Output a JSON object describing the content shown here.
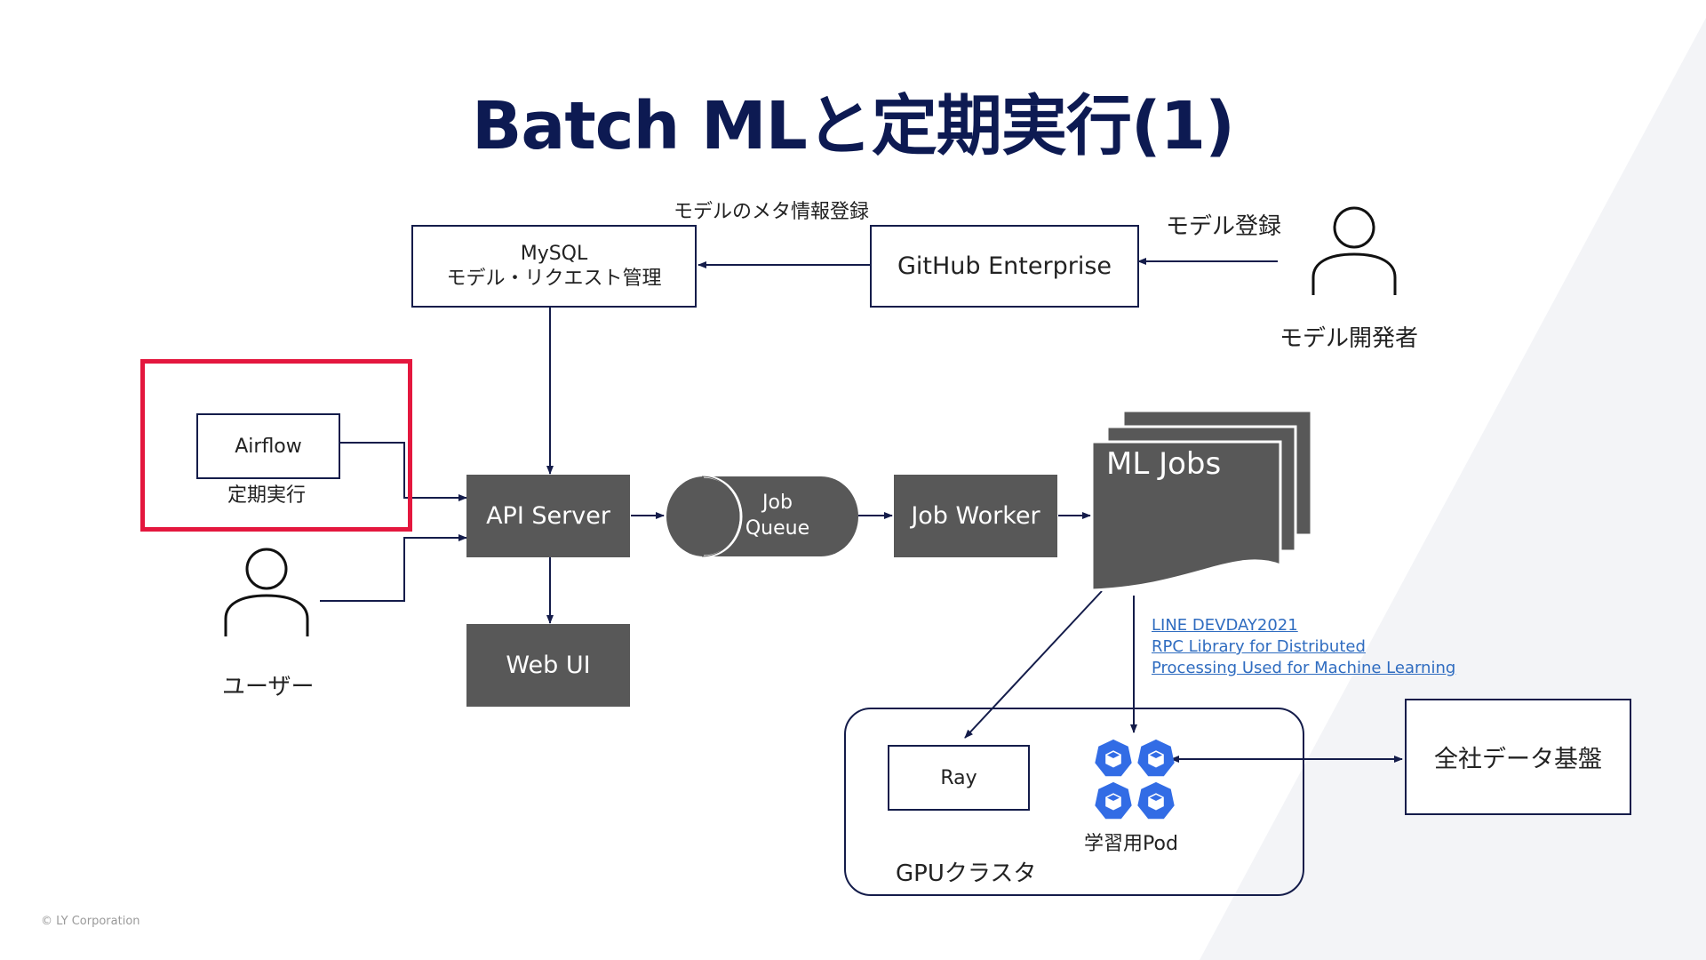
{
  "title": "Batch MLと定期実行(1)",
  "nodes": {
    "mysql": {
      "line1": "MySQL",
      "line2": "モデル・リクエスト管理"
    },
    "github": "GitHub Enterprise",
    "airflow": "Airflow",
    "api_server": "API Server",
    "web_ui": "Web UI",
    "job_queue": {
      "line1": "Job",
      "line2": "Queue"
    },
    "job_worker": "Job Worker",
    "ml_jobs": "ML Jobs",
    "ray": "Ray",
    "data_platform": "全社データ基盤",
    "gpu_cluster": "GPUクラスタ",
    "training_pod": "学習用Pod"
  },
  "labels": {
    "model_meta_register": "モデルのメタ情報登録",
    "model_register": "モデル登録",
    "model_developer": "モデル開発者",
    "scheduled_run": "定期実行",
    "user": "ユーザー"
  },
  "links": [
    "LINE DEVDAY2021",
    "RPC Library for Distributed",
    "Processing Used for Machine Learning"
  ],
  "footer": "© LY Corporation",
  "icons": {
    "person": "person-icon",
    "pod": "kubernetes-pod-icon"
  },
  "colors": {
    "title": "#0d1a52",
    "dark_box": "#585858",
    "highlight": "#e4173e",
    "pod": "#326ce5",
    "link": "#2f6cc0"
  }
}
